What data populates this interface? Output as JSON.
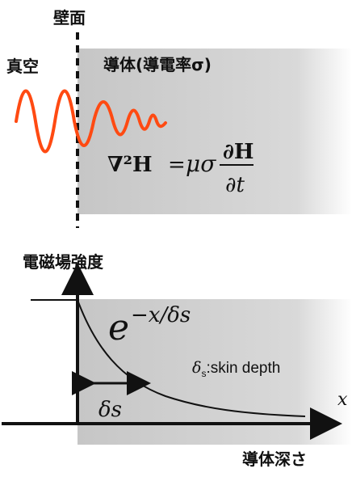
{
  "labels": {
    "wall": "壁面",
    "vacuum": "真空",
    "conductor": "導体(導電率σ)",
    "field_strength": "電磁場強度",
    "conductor_depth": "導体深さ",
    "x_axis": "x"
  },
  "equation": {
    "lhs": "∇²H",
    "rhs_coeff": "μσ",
    "numerator": "∂H",
    "denominator": "∂t"
  },
  "decay": {
    "base": "e",
    "exponent": "−x/δs"
  },
  "skin": {
    "symbol": "δ",
    "subscript": "s",
    "text": ":skin depth"
  },
  "arrow_label": "δs",
  "colors": {
    "conductor_gray": "#c8c8c8",
    "wave": "#ff4a12",
    "ink": "#111111"
  }
}
